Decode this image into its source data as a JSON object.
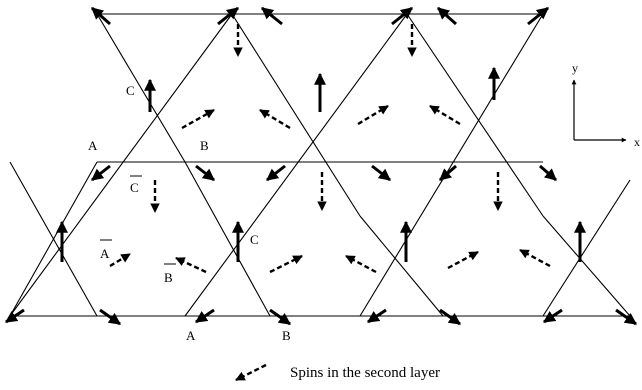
{
  "diagram": {
    "labels": {
      "first_layer": {
        "A": "A",
        "B": "B",
        "C": "C"
      },
      "second_layer": {
        "A_bar": "A",
        "B_bar": "B",
        "C_bar": "C"
      }
    },
    "axes": {
      "x": "x",
      "y": "y"
    },
    "legend": {
      "text": "Spins in the second layer",
      "icon": "dashed-arrow-icon"
    },
    "colors": {
      "line": "#000000"
    }
  }
}
